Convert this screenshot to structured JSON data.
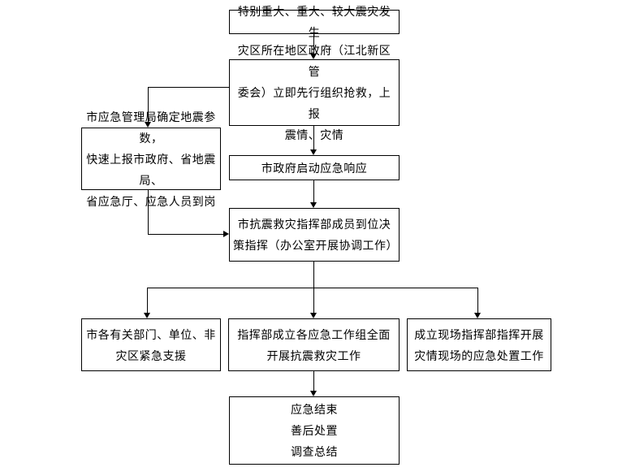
{
  "canvas": {
    "background_color": "#ffffff",
    "box_fill_color": "#ffffff",
    "box_border_color": "#000000",
    "text_color": "#000000",
    "connector_color": "#000000"
  },
  "nodes": {
    "start": {
      "text": "特别重大、重大、较大震灾发生"
    },
    "local_gov": {
      "text": "灾区所在地区政府（江北新区管\n委会）立即先行组织抢救，上报\n震情、灾情"
    },
    "emergency_bureau": {
      "text": "市应急管理局确定地震参数，\n快速上报市政府、省地震局、\n省应急厅、应急人员到岗"
    },
    "city_gov": {
      "text": "市政府启动应急响应"
    },
    "hq_members": {
      "text": "市抗震救灾指挥部成员到位决\n策指挥（办公室开展协调工作）"
    },
    "departments": {
      "text": "市各有关部门、单位、非\n灾区紧急支援"
    },
    "work_groups": {
      "text": "指挥部成立各应急工作组全面\n开展抗震救灾工作"
    },
    "site_hq": {
      "text": "成立现场指挥部指挥开展\n灾情现场的应急处置工作"
    },
    "end": {
      "text": "应急结束\n善后处置\n调查总结"
    }
  },
  "edges": [
    {
      "from": "start",
      "to": "local_gov"
    },
    {
      "from": "local_gov",
      "to": "emergency_bureau"
    },
    {
      "from": "local_gov",
      "to": "city_gov"
    },
    {
      "from": "emergency_bureau",
      "to": "hq_members"
    },
    {
      "from": "city_gov",
      "to": "hq_members"
    },
    {
      "from": "hq_members",
      "to": "departments"
    },
    {
      "from": "hq_members",
      "to": "work_groups"
    },
    {
      "from": "hq_members",
      "to": "site_hq"
    },
    {
      "from": "work_groups",
      "to": "end"
    }
  ]
}
